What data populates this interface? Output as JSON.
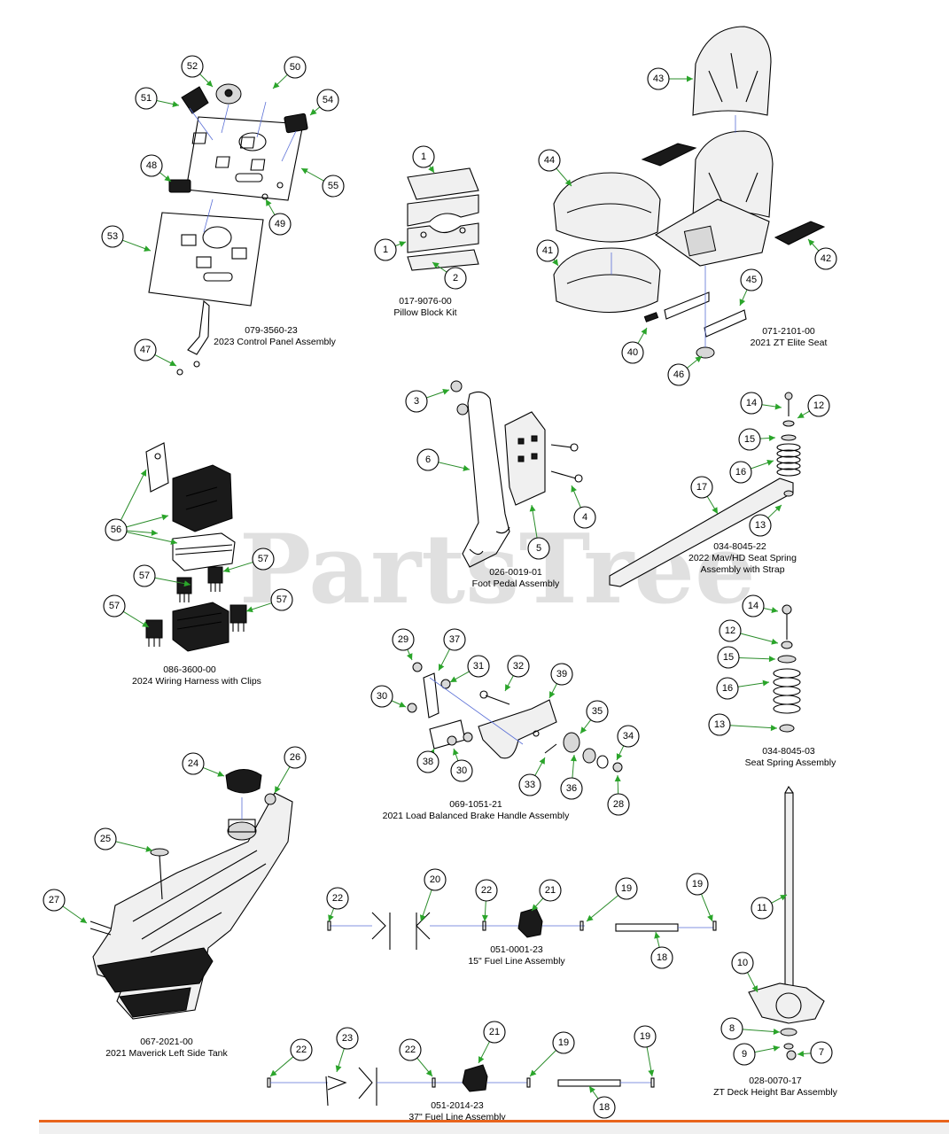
{
  "watermark": "PartsTree",
  "watermark_tm": "™",
  "assemblies": [
    {
      "id": "control-panel",
      "part_number": "079-3560-23",
      "name": "2023 Control Panel Assembly"
    },
    {
      "id": "pillow-block",
      "part_number": "017-9076-00",
      "name": "Pillow Block Kit"
    },
    {
      "id": "elite-seat",
      "part_number": "071-2101-00",
      "name": "2021 ZT Elite Seat"
    },
    {
      "id": "foot-pedal",
      "part_number": "026-0019-01",
      "name": "Foot Pedal Assembly"
    },
    {
      "id": "seat-spring-strap",
      "part_number": "034-8045-22",
      "name": "2022 Mav/HD Seat Spring",
      "name2": "Assembly with Strap"
    },
    {
      "id": "wiring-harness",
      "part_number": "086-3600-00",
      "name": "2024 Wiring Harness with Clips"
    },
    {
      "id": "seat-spring",
      "part_number": "034-8045-03",
      "name": "Seat Spring Assembly"
    },
    {
      "id": "brake-handle",
      "part_number": "069-1051-21",
      "name": "2021 Load Balanced Brake Handle Assembly"
    },
    {
      "id": "fuel-tank",
      "part_number": "067-2021-00",
      "name": "2021 Maverick Left Side Tank"
    },
    {
      "id": "fuel-line-15",
      "part_number": "051-0001-23",
      "name": "15\" Fuel Line Assembly"
    },
    {
      "id": "height-bar",
      "part_number": "028-0070-17",
      "name": "ZT Deck Height Bar Assembly"
    },
    {
      "id": "fuel-line-37",
      "part_number": "051-2014-23",
      "name": "37\" Fuel Line Assembly"
    }
  ],
  "callouts": [
    "52",
    "50",
    "51",
    "54",
    "48",
    "55",
    "49",
    "53",
    "47",
    "1",
    "1",
    "2",
    "43",
    "44",
    "41",
    "42",
    "45",
    "40",
    "46",
    "3",
    "6",
    "4",
    "5",
    "14",
    "12",
    "15",
    "16",
    "17",
    "13",
    "56",
    "57",
    "57",
    "57",
    "57",
    "14",
    "12",
    "15",
    "16",
    "13",
    "29",
    "37",
    "31",
    "32",
    "39",
    "30",
    "35",
    "34",
    "38",
    "30",
    "33",
    "36",
    "28",
    "24",
    "26",
    "25",
    "27",
    "22",
    "20",
    "22",
    "21",
    "19",
    "19",
    "18",
    "11",
    "10",
    "8",
    "7",
    "9",
    "22",
    "23",
    "22",
    "21",
    "19",
    "19",
    "18"
  ]
}
